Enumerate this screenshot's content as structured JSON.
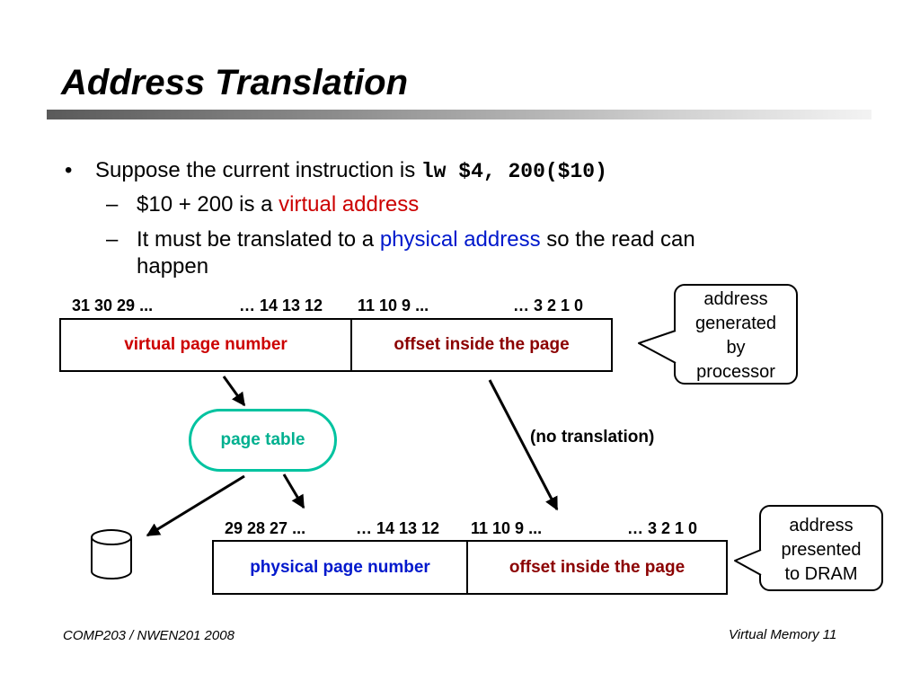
{
  "slide": {
    "title": "Address Translation",
    "bullet": {
      "marker": "•",
      "text": "Suppose the current instruction is ",
      "code": "lw $4, 200($10)"
    },
    "sub1": {
      "marker": "–",
      "text": "$10 + 200 is a ",
      "highlight": "virtual address"
    },
    "sub2": {
      "marker": "–",
      "text": "It must be translated to a ",
      "highlight": "physical address",
      "rest": " so the read can",
      "line2": "happen"
    }
  },
  "virtual": {
    "bits_high": "31 30 29 ...",
    "bits_mid": "… 14 13 12",
    "bits_low_left": "11 10 9 ...",
    "bits_low_right": "… 3 2 1 0",
    "page_number": "virtual page number",
    "offset": "offset inside the page"
  },
  "physical": {
    "bits_high": "29 28 27 ...",
    "bits_mid": "… 14 13 12",
    "bits_low_left": "11 10 9 ...",
    "bits_low_right": "… 3 2 1 0",
    "page_number": "physical page number",
    "offset": "offset inside the page"
  },
  "callouts": {
    "generated": [
      "address",
      "generated",
      "by",
      "processor"
    ],
    "presented": [
      "address",
      "presented",
      "to DRAM"
    ]
  },
  "page_table": "page table",
  "no_translation": "(no translation)",
  "footer": {
    "left": "COMP203 / NWEN201 2008",
    "right": "Virtual Memory 11"
  },
  "icons": {
    "disk": "disk-cylinder-icon"
  },
  "colors": {
    "virtual_address": "#cc0000",
    "physical_address": "#0018cc",
    "offset": "#8b0000",
    "page_table": "#00c3a0"
  }
}
